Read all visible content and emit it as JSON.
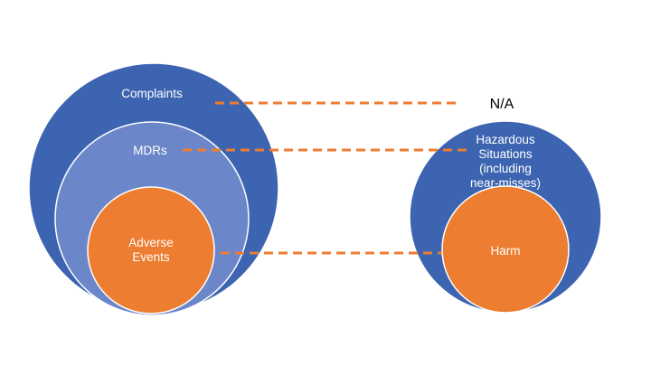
{
  "colors": {
    "dark_blue": "#3C64B1",
    "light_blue": "#6C87C9",
    "orange": "#ED7D31",
    "circle_stroke": "#ffffff",
    "text_light": "#ffffff",
    "text_dark": "#000000"
  },
  "left_set": {
    "outer_label": "Complaints",
    "middle_label": "MDRs",
    "inner_label_line1": "Adverse",
    "inner_label_line2": "Events"
  },
  "right_set": {
    "outer_label_line1": "Hazardous",
    "outer_label_line2": "Situations",
    "outer_label_line3": "(including",
    "outer_label_line4": "near-misses)",
    "inner_label": "Harm"
  },
  "na_label": "N/A"
}
